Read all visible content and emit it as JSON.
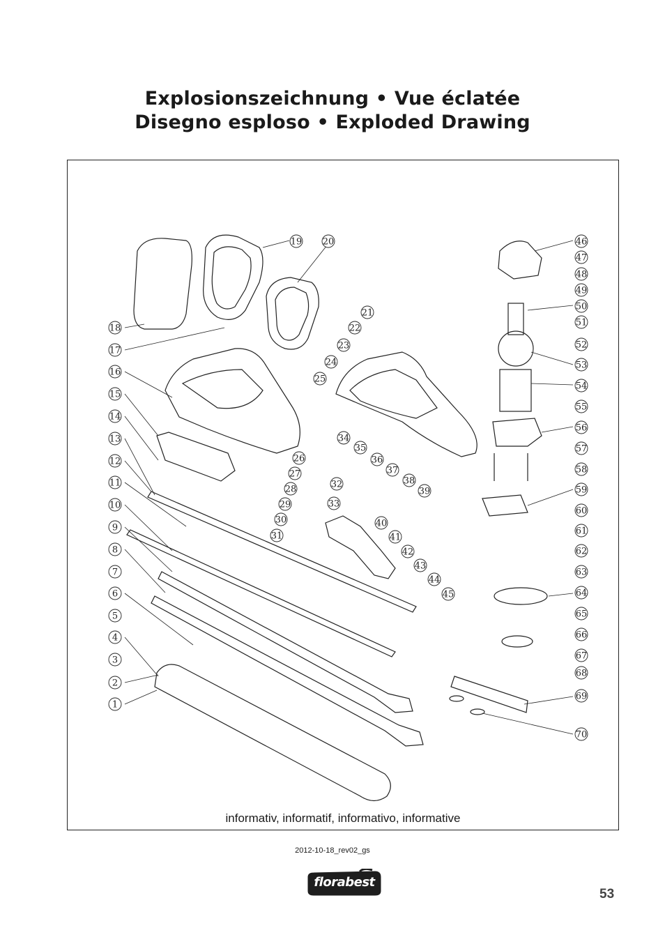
{
  "title": {
    "line1": "Explosionszeichnung • Vue éclatée",
    "line2": "Disegno esploso • Exploded Drawing"
  },
  "drawing": {
    "caption": "informativ, informatif, informativo, informative",
    "part_numbers": [
      "1",
      "2",
      "3",
      "4",
      "5",
      "6",
      "7",
      "8",
      "9",
      "10",
      "11",
      "12",
      "13",
      "14",
      "15",
      "16",
      "17",
      "18",
      "19",
      "20",
      "21",
      "22",
      "23",
      "24",
      "25",
      "26",
      "27",
      "28",
      "29",
      "30",
      "31",
      "32",
      "33",
      "34",
      "35",
      "36",
      "37",
      "38",
      "39",
      "40",
      "41",
      "42",
      "43",
      "44",
      "45",
      "46",
      "47",
      "48",
      "49",
      "50",
      "51",
      "52",
      "53",
      "54",
      "55",
      "56",
      "57",
      "58",
      "59",
      "60",
      "61",
      "62",
      "63",
      "64",
      "65",
      "66",
      "67",
      "68",
      "69",
      "70"
    ]
  },
  "footer": {
    "revision": "2012-10-18_rev02_gs",
    "brand": "florabest",
    "page_number": "53"
  }
}
